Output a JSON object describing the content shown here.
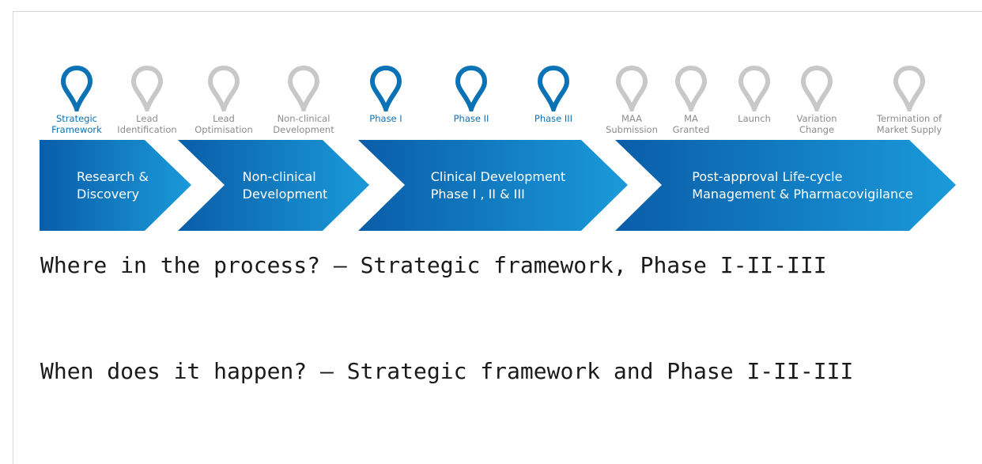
{
  "milestones": [
    {
      "label": "Strategic\nFramework",
      "active": true
    },
    {
      "label": "Lead\nIdentification",
      "active": false
    },
    {
      "label": "Lead\nOptimisation",
      "active": false
    },
    {
      "label": "Non-clinical\nDevelopment",
      "active": false
    },
    {
      "label": "Phase I",
      "active": true
    },
    {
      "label": "Phase II",
      "active": true
    },
    {
      "label": "Phase III",
      "active": true
    },
    {
      "label": "MAA\nSubmission",
      "active": false
    },
    {
      "label": "MA\nGranted",
      "active": false
    },
    {
      "label": "Launch",
      "active": false
    },
    {
      "label": "Variation\nChange",
      "active": false
    },
    {
      "label": "Termination of\nMarket Supply",
      "active": false
    }
  ],
  "phases": [
    {
      "label": "Research &\nDiscovery"
    },
    {
      "label": "Non-clinical\nDevelopment"
    },
    {
      "label": "Clinical Development\nPhase I , II & III"
    },
    {
      "label": "Post-approval Life-cycle\nManagement & Pharmacovigilance"
    }
  ],
  "colors": {
    "active_pin": "#0b72b6",
    "inactive_pin": "#c8c8c8",
    "band_dark": "#0a5da8",
    "band_light": "#1a9ad9"
  },
  "captions": {
    "where": "Where in the process? – Strategic framework, Phase I-II-III",
    "when": "When does it happen? – Strategic framework and Phase I-II-III"
  }
}
